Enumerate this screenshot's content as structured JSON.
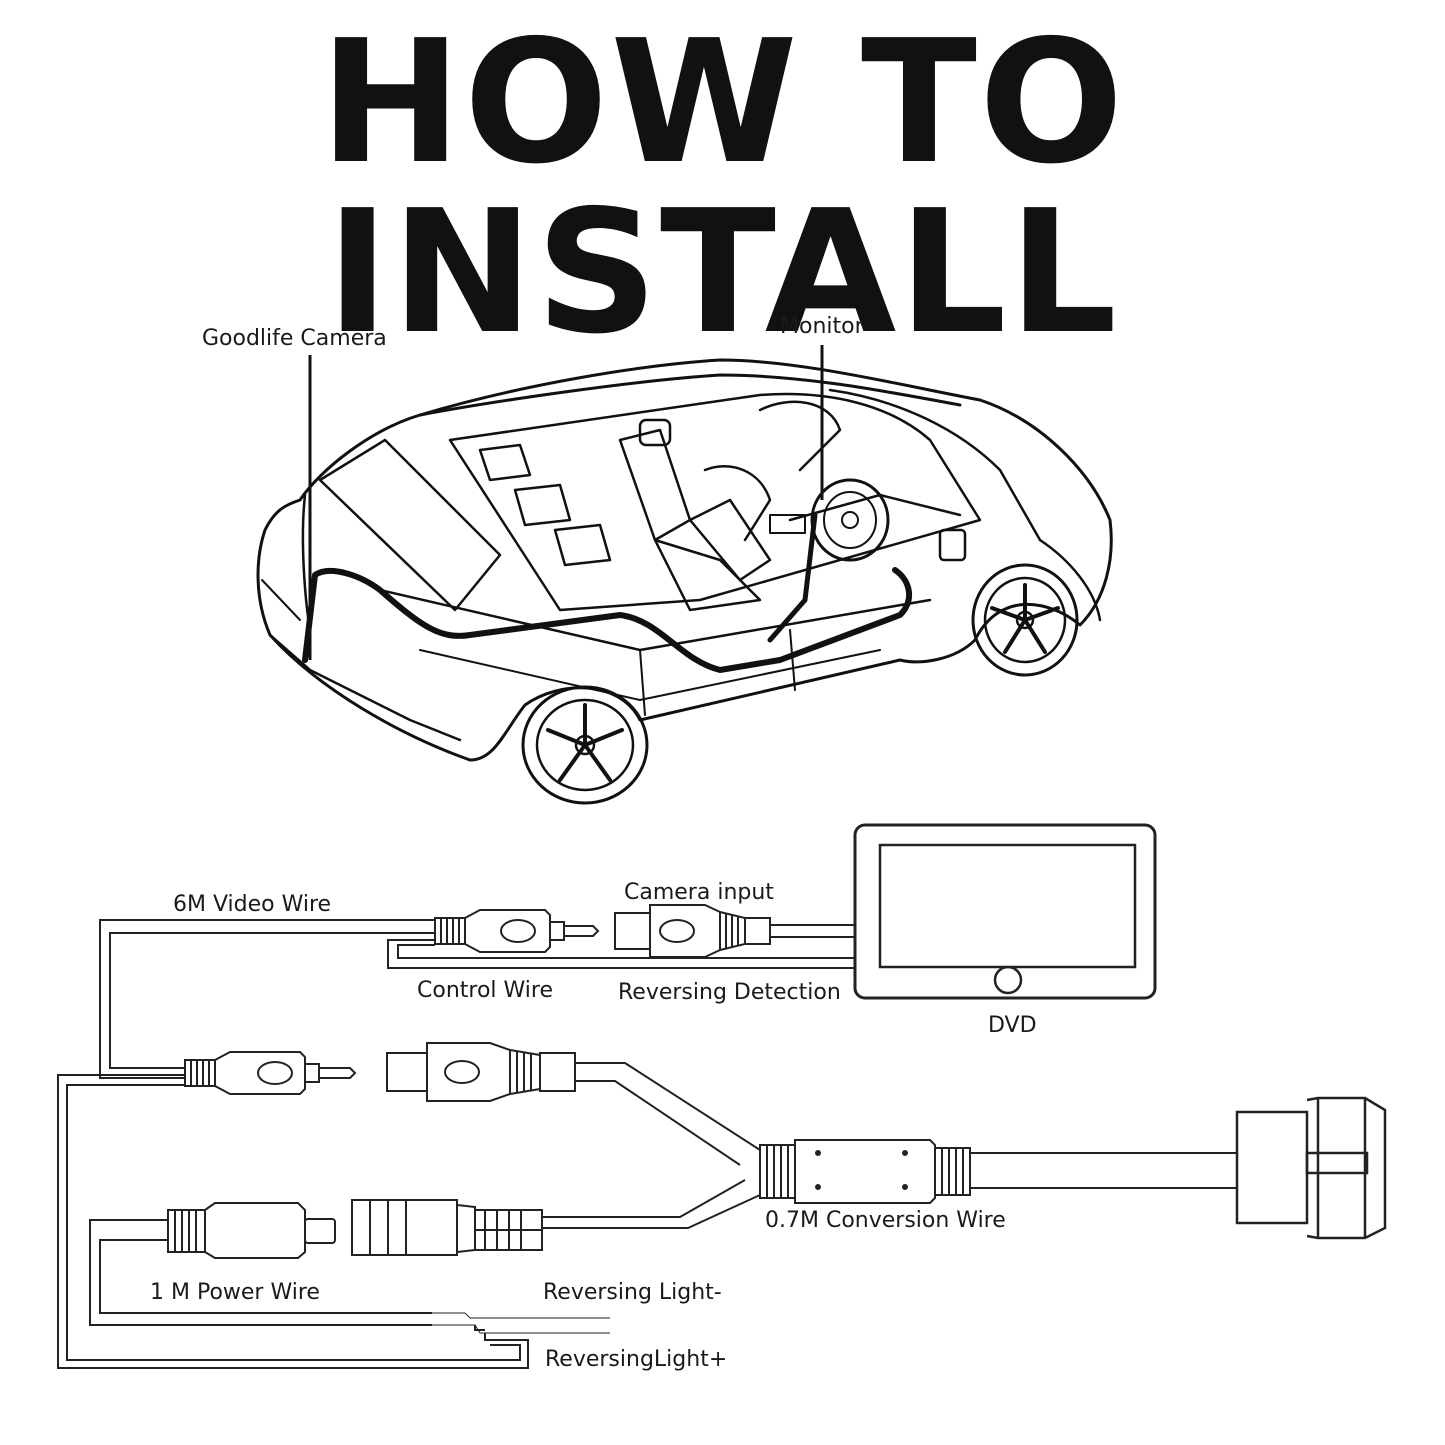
{
  "title": "HOW TO INSTALL",
  "colors": {
    "ink": "#111111",
    "background": "#ffffff"
  },
  "car_labels": {
    "camera": "Goodlife Camera",
    "monitor": "Monitor"
  },
  "wiring_labels": {
    "video_wire": "6M Video Wire",
    "camera_input": "Camera input",
    "control_wire": "Control Wire",
    "reversing_detection": "Reversing Detection",
    "dvd": "DVD",
    "conversion_wire": "0.7M Conversion Wire",
    "power_wire": "1 M Power Wire",
    "reversing_light_minus": "Reversing Light-",
    "reversing_light_plus": "ReversingLight+"
  }
}
